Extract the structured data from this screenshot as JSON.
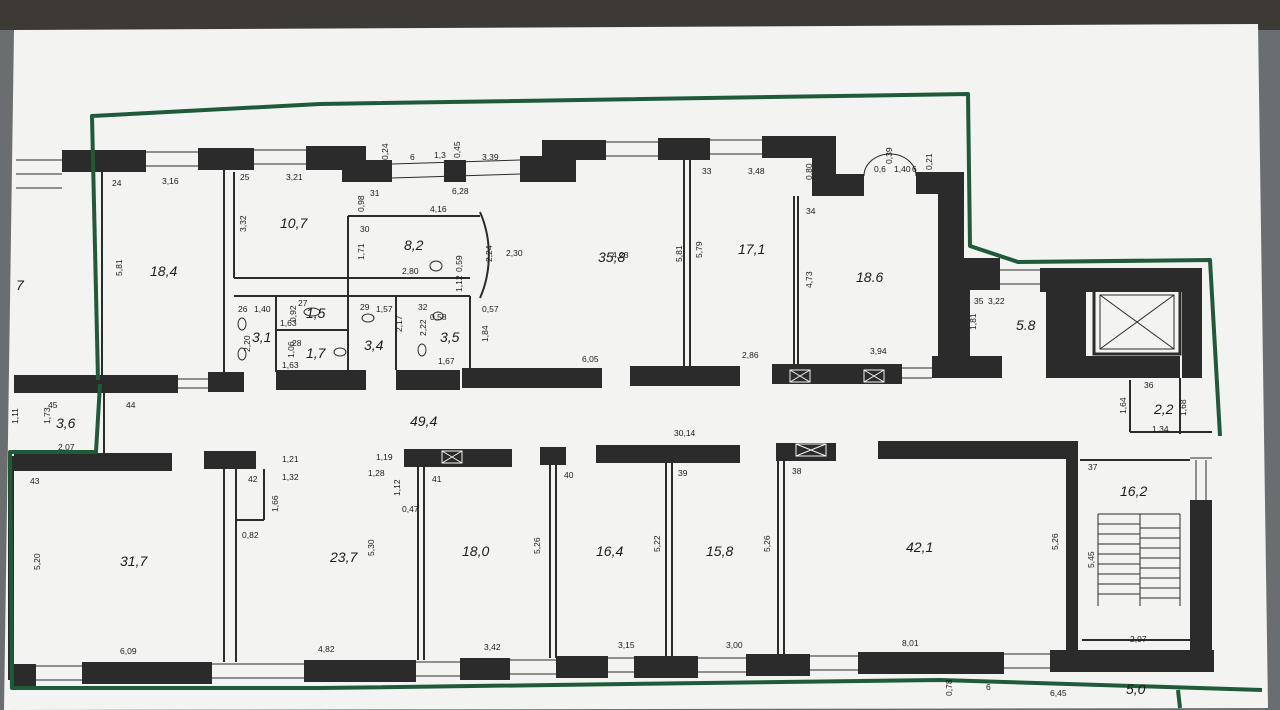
{
  "plan": {
    "colors": {
      "paper": "#f3f3f1",
      "wall": "#2b2b2b",
      "outline": "#1f5a3a",
      "background": "#6b6e70"
    },
    "rooms": [
      {
        "number": "24",
        "area": "18,4"
      },
      {
        "number": "25",
        "area": "10,7"
      },
      {
        "number": "26",
        "area": "3,1"
      },
      {
        "number": "27",
        "area": "1,5"
      },
      {
        "number": "28",
        "area": "1,7"
      },
      {
        "number": "29",
        "area": "3,4"
      },
      {
        "number": "30",
        "area": "8,2"
      },
      {
        "number": "31",
        "area": "35,8"
      },
      {
        "number": "32",
        "area": "3,5"
      },
      {
        "number": "33",
        "area": "17,1"
      },
      {
        "number": "34",
        "area": "18.6"
      },
      {
        "number": "35",
        "area": "5.8"
      },
      {
        "number": "36",
        "area": "2,2"
      },
      {
        "number": "37",
        "area": "16,2"
      },
      {
        "number": "38",
        "area": "42,1"
      },
      {
        "number": "39",
        "area": "15,8"
      },
      {
        "number": "40",
        "area": "16,4"
      },
      {
        "number": "41",
        "area": "18,0"
      },
      {
        "number": "42",
        "area": "23,7"
      },
      {
        "number": "43",
        "area": "31,7"
      },
      {
        "number": "44",
        "area": "49,4"
      },
      {
        "number": "45",
        "area": "3,6"
      }
    ],
    "dimensions": [
      "3,16",
      "3,21",
      "5,81",
      "3,32",
      "6",
      "1,3",
      "3,39",
      "0,24",
      "0,45",
      "6,28",
      "0,98",
      "4,16",
      "1,71",
      "2,24",
      "2,30",
      "2,80",
      "0,59",
      "1,12",
      "0,57",
      "4,23",
      "5,81",
      "5,79",
      "3,48",
      "0,80",
      "0,6",
      "1,40",
      "0,21",
      "0,39",
      "6",
      "4,73",
      "3,94",
      "2,86",
      "6,05",
      "1,40",
      "0,92",
      "1,63",
      "1,57",
      "2,17",
      "0,58",
      "2,22",
      "1,84",
      "1,67",
      "2,20",
      "1,06",
      "1,63",
      "3,22",
      "1,81",
      "1,64",
      "1,68",
      "1,34",
      "1,73",
      "1,11",
      "2,07",
      "30,14",
      "1,21",
      "1,32",
      "1,19",
      "1,28",
      "1,12",
      "0,47",
      "1,66",
      "0,82",
      "5,20",
      "5,30",
      "5,26",
      "5,22",
      "5,26",
      "5,26",
      "5,45",
      "6,09",
      "4,82",
      "3,42",
      "3,15",
      "3,00",
      "8,01",
      "2,97",
      "0,78",
      "6",
      "6,45"
    ],
    "margin_labels": {
      "left": "7",
      "bottom_right": "5,0"
    }
  }
}
